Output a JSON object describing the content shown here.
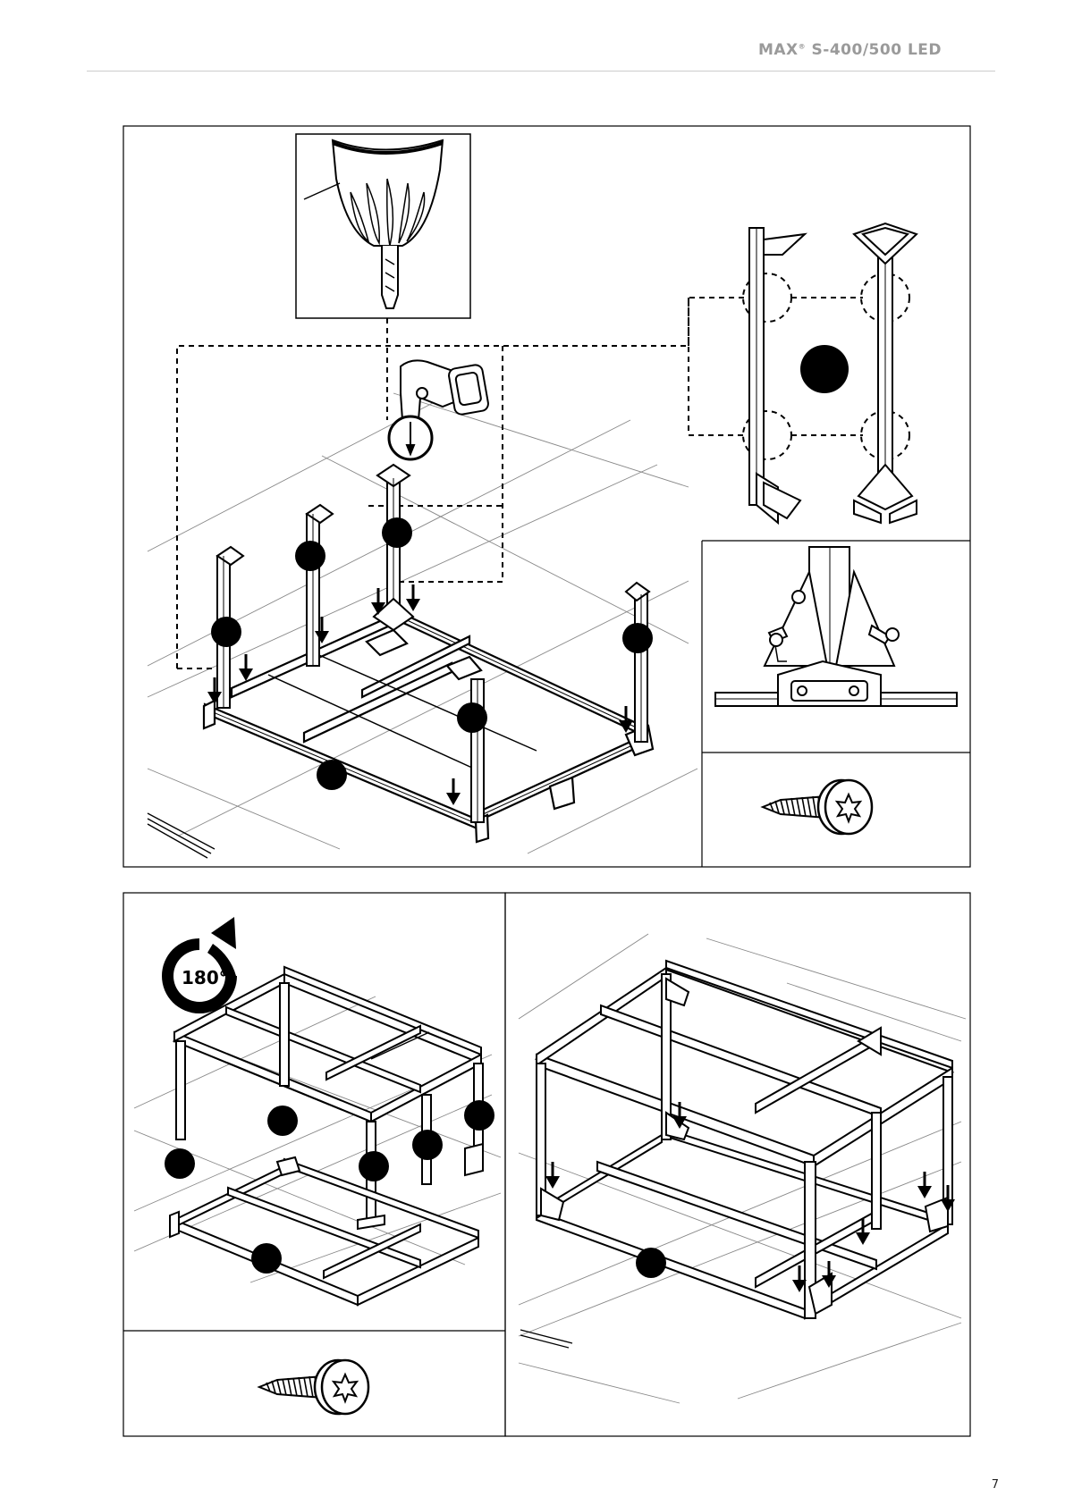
{
  "header": {
    "product_title": "MAX",
    "trademark": "®",
    "model": " S-400/500 LED"
  },
  "rotation_badge": {
    "label": "180°"
  },
  "page_number": "7",
  "icons": {
    "screw": "torx-screw-icon",
    "drill": "cordless-drill-icon",
    "rotate": "rotate-180-icon",
    "arrow": "down-arrow-icon"
  },
  "colors": {
    "ink": "#000000",
    "rule": "#cccccc",
    "header_text": "#9a9a9a",
    "paper": "#ffffff"
  }
}
